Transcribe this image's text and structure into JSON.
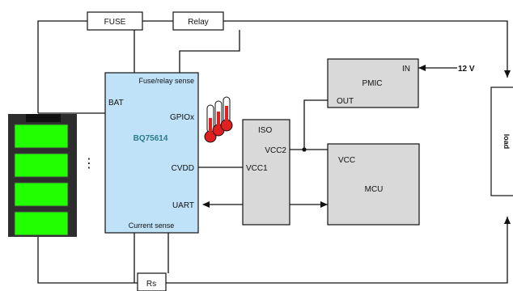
{
  "fuse": "FUSE",
  "relay": "Relay",
  "rs": "Rs",
  "monitor": {
    "part": "BQ75614",
    "fuse_relay_sense": "Fuse/relay sense",
    "bat": "BAT",
    "gpio": "GPIOx",
    "cvdd": "CVDD",
    "uart": "UART",
    "current_sense": "Current sense"
  },
  "iso": {
    "title": "ISO",
    "vcc2": "VCC2",
    "vcc1": "VCC1"
  },
  "pmic": {
    "title": "PMIC",
    "in": "IN",
    "out": "OUT"
  },
  "supply": "12 V",
  "mcu": {
    "title": "MCU",
    "vcc": "VCC"
  },
  "load": "load",
  "battery": {
    "ellipsis": "⋮",
    "cell_count": 4
  },
  "colors": {
    "monitor_fill": "#bfe2f8",
    "block_fill": "#d9d9d9",
    "cell_fill": "#22ff00",
    "pack_fill": "#2d2d2d",
    "part_text": "#2b7a8c",
    "thermometer": "#e02020"
  }
}
